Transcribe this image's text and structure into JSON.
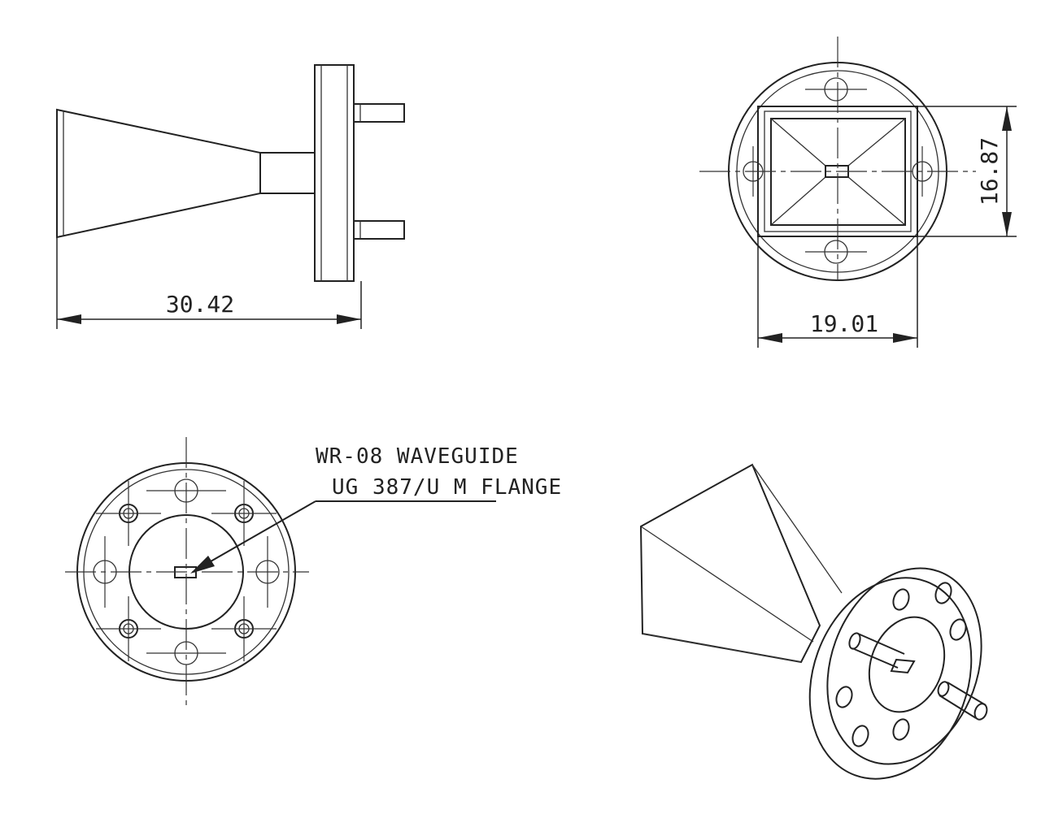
{
  "dimensions": {
    "side_length": "30.42",
    "front_width": "19.01",
    "front_height": "16.87"
  },
  "callout": {
    "line1": "WR-08 WAVEGUIDE",
    "line2": "UG 387/U M FLANGE"
  }
}
